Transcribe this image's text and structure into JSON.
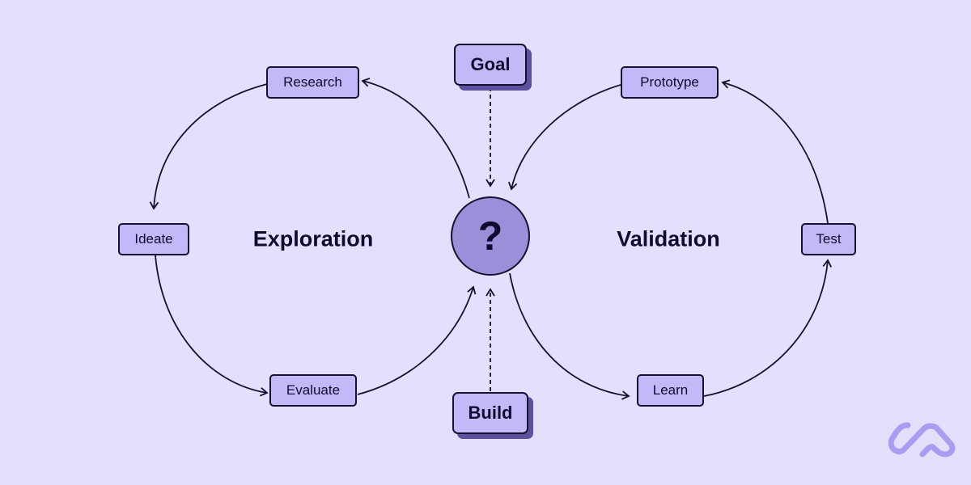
{
  "center": {
    "symbol": "?"
  },
  "inputs": {
    "goal": "Goal",
    "build": "Build"
  },
  "loops": {
    "exploration": {
      "title": "Exploration",
      "steps": [
        "Research",
        "Ideate",
        "Evaluate"
      ]
    },
    "validation": {
      "title": "Validation",
      "steps": [
        "Prototype",
        "Test",
        "Learn"
      ]
    }
  },
  "colors": {
    "background": "#e3e0fd",
    "node": "#c4b9f8",
    "center": "#9a8fd8",
    "shadow": "#5c519f",
    "logo": "#a99cf3"
  }
}
